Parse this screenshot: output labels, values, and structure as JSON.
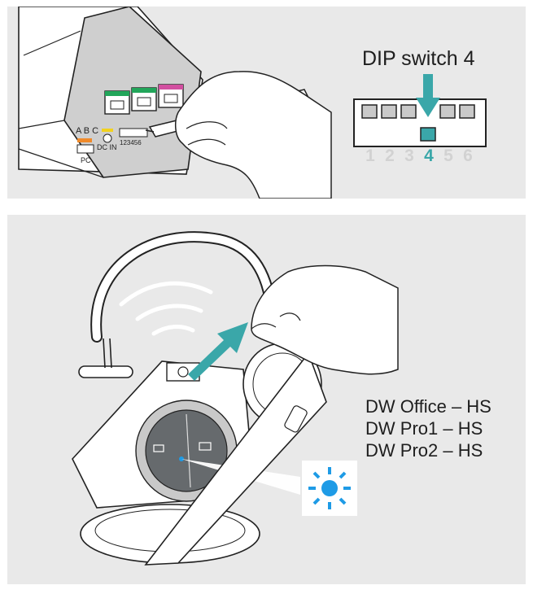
{
  "step1": {
    "title": "DIP switch 4",
    "switch_numbers": [
      "1",
      "2",
      "3",
      "4",
      "5",
      "6"
    ],
    "active_switch": "4",
    "base_labels": {
      "port_letters": "A  B  C",
      "dc_in": "DC IN",
      "dip_numbers": "123456",
      "pc": "PC"
    }
  },
  "step2": {
    "models": [
      "DW Office – HS",
      "DW Pro1 – HS",
      "DW Pro2 – HS"
    ]
  },
  "colors": {
    "panel_bg": "#e9e9e9",
    "accent_teal": "#3aa7a9",
    "led_blue": "#1e9be6",
    "port_green": "#22a65a",
    "port_magenta": "#d24fa0",
    "port_orange": "#f08a2a",
    "port_yellow": "#f2d21e"
  }
}
